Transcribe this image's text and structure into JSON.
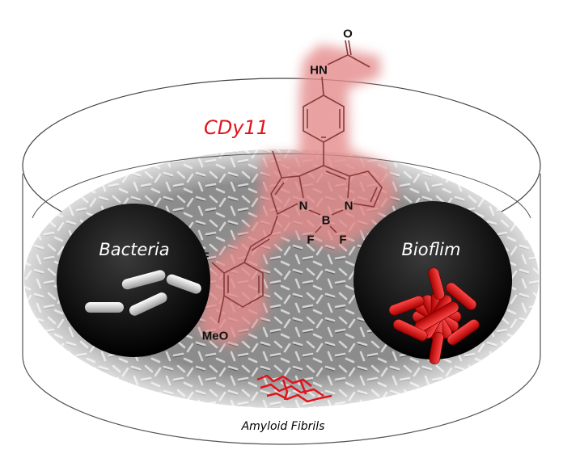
{
  "dye_name": "CDy11",
  "left_circle_label": "Bacteria",
  "right_circle_label": "Bioflim",
  "bottom_label": "Amyloid Fibrils",
  "atoms": {
    "o": "O",
    "hn": "HN",
    "n1": "N",
    "n2": "N",
    "b": "B",
    "f1": "F",
    "f2": "F",
    "f3": "F",
    "meo": "MeO"
  },
  "colors": {
    "accent_red": "#e0141b",
    "glow": "#e89a9a",
    "dish_gray": "#8a8a8a"
  }
}
